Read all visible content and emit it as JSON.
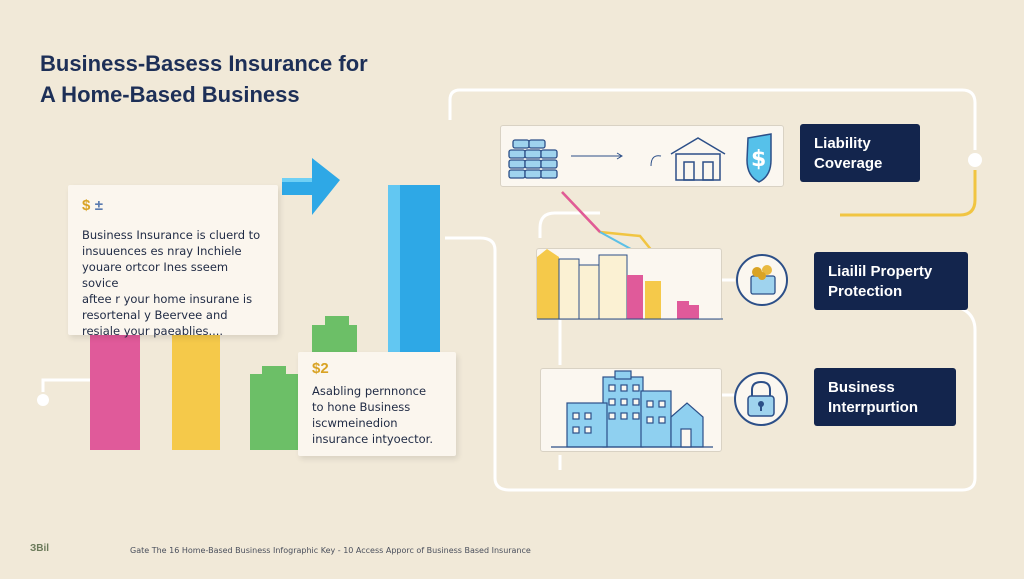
{
  "title": {
    "line1": "Business-Basess Insurance for",
    "line2": "A Home-Based Business"
  },
  "card_top": {
    "symbol": "$",
    "symbol_extra": "±",
    "text": [
      "Business Insurance is cluerd to",
      "insuuences es nray Inchiele",
      "youare ortcor Ines sseem sovice",
      "aftee r your home insurane is",
      "resortenal y Beervee and",
      "resiale your paeablies...."
    ]
  },
  "card_bottom": {
    "symbol": "$2",
    "text": [
      "Asabling pernnonce",
      "to hone Business",
      "iscwmeinedion",
      "insurance intyoector."
    ]
  },
  "sections": [
    {
      "label_line1": "Liability",
      "label_line2": "Coverage"
    },
    {
      "label_line1": "Liailil Property",
      "label_line2": "Protection"
    },
    {
      "label_line1": "Business",
      "label_line2": "Interrpurtion"
    }
  ],
  "icons": [
    "coin-stack-icon",
    "arrow-right-icon",
    "house-icon",
    "dollar-shield-icon",
    "bar-chart-icon",
    "safe-box-icon",
    "buildings-icon",
    "padlock-icon"
  ],
  "colors": {
    "navy": "#13254d",
    "pink": "#e05a9a",
    "yellow": "#f5c94a",
    "green": "#6cbf67",
    "blue": "#2ea8e6",
    "gold_line": "#f1c542",
    "background": "#f1e9d8"
  },
  "footer": {
    "logo": "ЗBil",
    "text": "Gate The 16 Home-Based Business Infographic Key - 10 Access Apporc of Business Based Insurance"
  }
}
